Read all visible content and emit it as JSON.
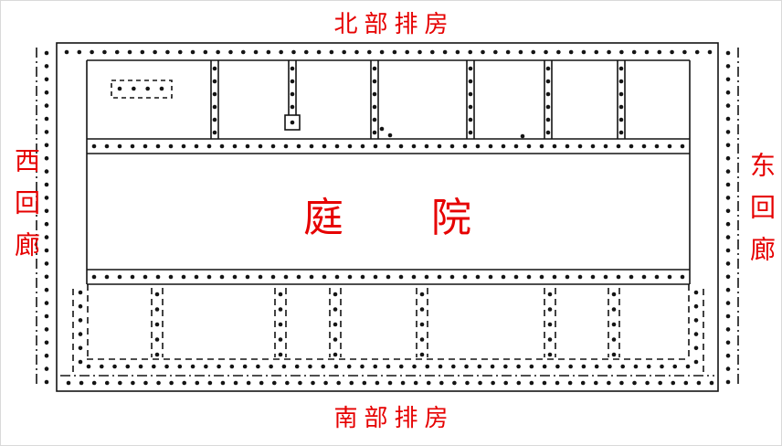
{
  "labels": {
    "north": "北部排房",
    "south": "南部排房",
    "west": "西回廊",
    "east": "东回廊",
    "courtyard": "庭院"
  },
  "colors": {
    "label_red": "#e60000",
    "line_black": "#141414",
    "background": "#ffffff"
  }
}
